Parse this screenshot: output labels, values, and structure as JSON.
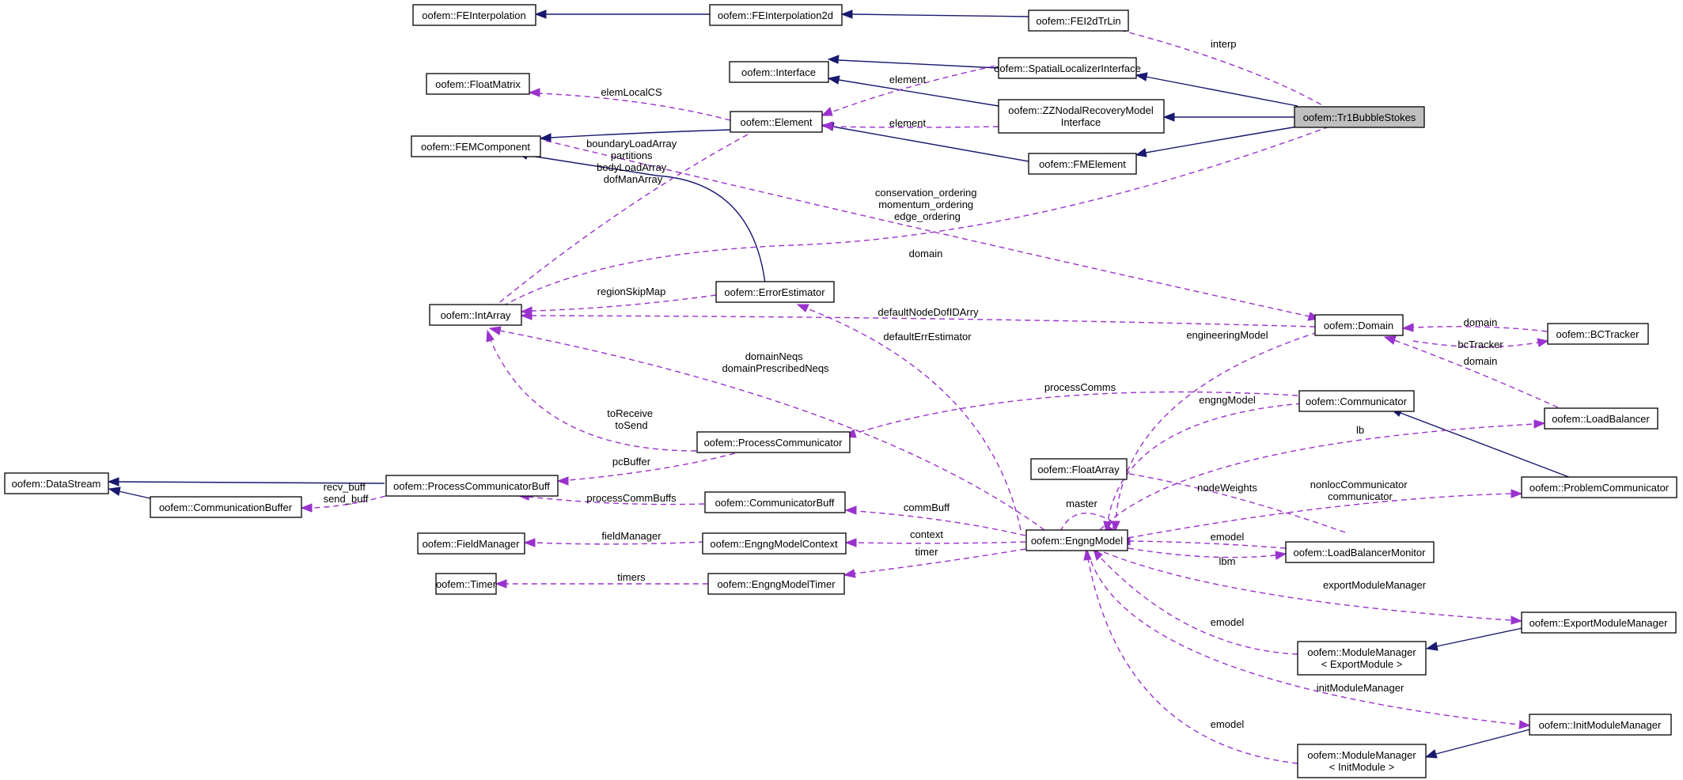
{
  "colors": {
    "inheritance": "#191970",
    "usage": "#9a32cd",
    "highlight": "#bfbfbf"
  },
  "nodes": {
    "tr1bubble": [
      "oofem::Tr1BubbleStokes"
    ],
    "fei2dtrlin": [
      "oofem::FEI2dTrLin"
    ],
    "feinterp2d": [
      "oofem::FEInterpolation2d"
    ],
    "feinterp": [
      "oofem::FEInterpolation"
    ],
    "spatialloc": [
      "oofem::SpatialLocalizerInterface"
    ],
    "interface": [
      "oofem::Interface"
    ],
    "zznodal": [
      "oofem::ZZNodalRecoveryModel",
      "Interface"
    ],
    "floatmatrix": [
      "oofem::FloatMatrix"
    ],
    "element": [
      "oofem::Element"
    ],
    "femcomponent": [
      "oofem::FEMComponent"
    ],
    "fmelement": [
      "oofem::FMElement"
    ],
    "intarray": [
      "oofem::IntArray"
    ],
    "errorestimator": [
      "oofem::ErrorEstimator"
    ],
    "domain": [
      "oofem::Domain"
    ],
    "bctracker": [
      "oofem::BCTracker"
    ],
    "communicator": [
      "oofem::Communicator"
    ],
    "loadbalancer": [
      "oofem::LoadBalancer"
    ],
    "processcomm": [
      "oofem::ProcessCommunicator"
    ],
    "datastream": [
      "oofem::DataStream"
    ],
    "processcommbuff": [
      "oofem::ProcessCommunicatorBuff"
    ],
    "commbuffer": [
      "oofem::CommunicationBuffer"
    ],
    "floatarray": [
      "oofem::FloatArray"
    ],
    "problemcomm": [
      "oofem::ProblemCommunicator"
    ],
    "communicatorbuff": [
      "oofem::CommunicatorBuff"
    ],
    "engngmodel": [
      "oofem::EngngModel"
    ],
    "fieldmanager": [
      "oofem::FieldManager"
    ],
    "engngcontext": [
      "oofem::EngngModelContext"
    ],
    "lbmonitor": [
      "oofem::LoadBalancerMonitor"
    ],
    "timer": [
      "oofem::Timer"
    ],
    "engngtimer": [
      "oofem::EngngModelTimer"
    ],
    "exportmm": [
      "oofem::ExportModuleManager"
    ],
    "mmexport": [
      "oofem::ModuleManager",
      "< ExportModule >"
    ],
    "initmm": [
      "oofem::InitModuleManager"
    ],
    "mminit": [
      "oofem::ModuleManager",
      "< InitModule >"
    ]
  },
  "edge_labels": {
    "interp": [
      "interp"
    ],
    "element1": [
      "element"
    ],
    "element2": [
      "element"
    ],
    "elemlocalcs": [
      "elemLocalCS"
    ],
    "boundary": [
      "boundaryLoadArray",
      "partitions",
      "bodyLoadArray",
      "dofManArray"
    ],
    "orderings": [
      "conservation_ordering",
      "momentum_ordering",
      "edge_ordering"
    ],
    "domain_main": [
      "domain"
    ],
    "regionskip": [
      "regionSkipMap"
    ],
    "defaultnode": [
      "defaultNodeDofIDArry"
    ],
    "defaulterr": [
      "defaultErrEstimator"
    ],
    "domainneqs": [
      "domainNeqs",
      "domainPrescribedNeqs"
    ],
    "engineering": [
      "engineeringModel"
    ],
    "bc_domain": [
      "domain"
    ],
    "bctracker": [
      "bcTracker"
    ],
    "lb_domain": [
      "domain"
    ],
    "processcomms": [
      "processComms"
    ],
    "engngmodel_lbl": [
      "engngModel"
    ],
    "lb": [
      "lb"
    ],
    "tosend": [
      "toReceive",
      "toSend"
    ],
    "pcbuffer": [
      "pcBuffer"
    ],
    "recvsend": [
      "recv_buff",
      "send_buff"
    ],
    "processcommbuffs": [
      "processCommBuffs"
    ],
    "nodeweights": [
      "nodeWeights"
    ],
    "nonloc": [
      "nonlocCommunicator",
      "communicator"
    ],
    "master": [
      "master"
    ],
    "commbuff": [
      "commBuff"
    ],
    "fieldmanager": [
      "fieldManager"
    ],
    "context": [
      "context"
    ],
    "emodel_lbm": [
      "emodel"
    ],
    "lbm": [
      "lbm"
    ],
    "timers": [
      "timers"
    ],
    "timer": [
      "timer"
    ],
    "exportmm": [
      "exportModuleManager"
    ],
    "emodel_export": [
      "emodel"
    ],
    "initmm": [
      "initModuleManager"
    ],
    "emodel_init": [
      "emodel"
    ]
  }
}
